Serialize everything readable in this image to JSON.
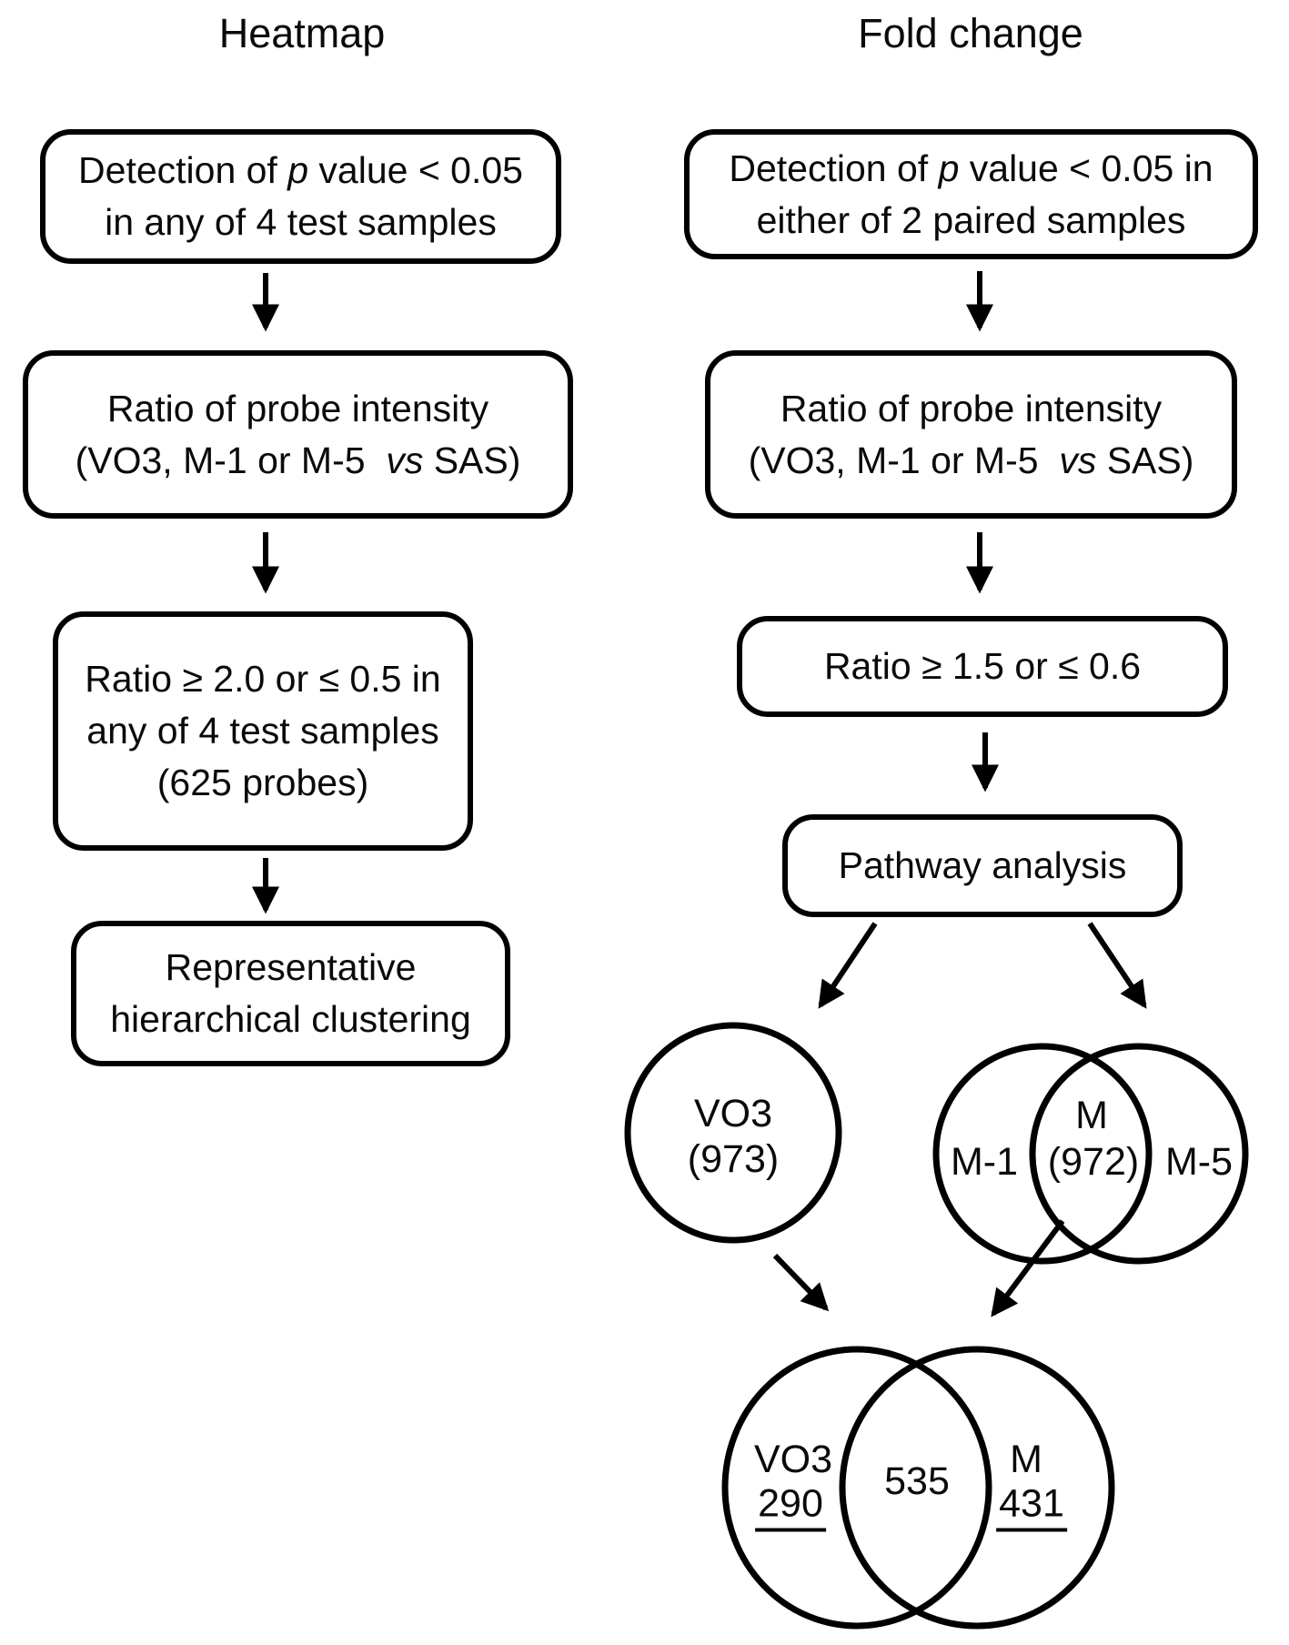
{
  "titles": {
    "left": "Heatmap",
    "right": "Fold change"
  },
  "colors": {
    "ink": "#000000",
    "background": "#ffffff"
  },
  "left_column": {
    "box1": {
      "line1_pre": "Detection of ",
      "line1_italic": "p",
      "line1_post": " value < 0.05",
      "line2": "in any of 4 test samples"
    },
    "box2": {
      "line1": "Ratio of probe intensity",
      "line2_pre": "(VO3, M-1 or M-5  ",
      "line2_italic": "vs",
      "line2_post": " SAS)"
    },
    "box3": {
      "line1": "Ratio ≥ 2.0 or ≤ 0.5 in",
      "line2": "any of 4 test samples",
      "line3": "(625 probes)"
    },
    "box4": {
      "line1": "Representative",
      "line2": "hierarchical clustering"
    }
  },
  "right_column": {
    "box1": {
      "line1_pre": "Detection of ",
      "line1_italic": "p",
      "line1_post": " value < 0.05 in",
      "line2": "either of 2 paired samples"
    },
    "box2": {
      "line1": "Ratio of probe intensity",
      "line2_pre": "(VO3, M-1 or M-5  ",
      "line2_italic": "vs",
      "line2_post": " SAS)"
    },
    "box3": {
      "line1": "Ratio ≥ 1.5 or ≤ 0.6"
    },
    "box4": {
      "line1": "Pathway analysis"
    }
  },
  "venn_vo3": {
    "label": "VO3",
    "count": "(973)"
  },
  "venn_m": {
    "center_label": "M",
    "left_label": "M-1",
    "center_count": "(972)",
    "right_label": "M-5"
  },
  "venn_final": {
    "left_label": "VO3",
    "left_count": "290",
    "center_count": "535",
    "right_label": "M",
    "right_count": "431"
  }
}
